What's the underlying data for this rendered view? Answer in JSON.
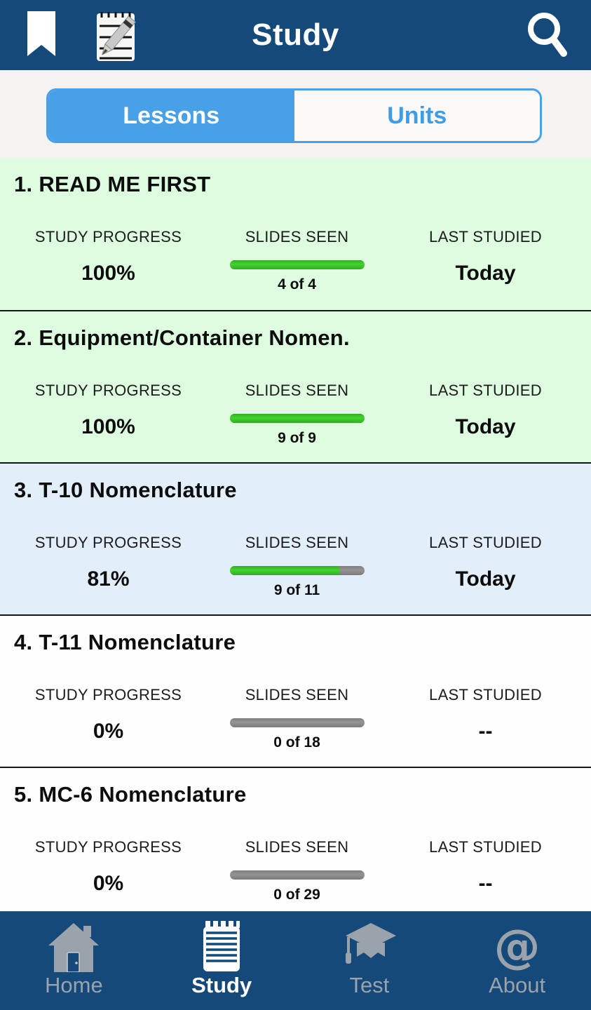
{
  "colors": {
    "navy": "#14497a",
    "accent_blue": "#47a0e8",
    "green_row": "#defcdf",
    "blue_row": "#e2eefa",
    "bar_green": "#3cc32b",
    "bar_gray": "#8a8a8a",
    "strip_bg": "#f4f3f1"
  },
  "header": {
    "title": "Study",
    "icons": [
      "bookmark-icon",
      "edit-notes-icon",
      "search-icon"
    ]
  },
  "tabs": {
    "lessons_label": "Lessons",
    "units_label": "Units",
    "selected": "Lessons"
  },
  "column_labels": {
    "progress": "STUDY PROGRESS",
    "slides": "SLIDES SEEN",
    "last": "LAST STUDIED"
  },
  "lessons": [
    {
      "title": "1. READ ME FIRST",
      "progress": "100%",
      "slides": "4 of 4",
      "slides_pct": 100,
      "last_studied": "Today"
    },
    {
      "title": "2. Equipment/Container Nomen.",
      "progress": "100%",
      "slides": "9 of 9",
      "slides_pct": 100,
      "last_studied": "Today"
    },
    {
      "title": "3. T-10 Nomenclature",
      "progress": "81%",
      "slides": "9 of 11",
      "slides_pct": 82,
      "last_studied": "Today"
    },
    {
      "title": "4. T-11 Nomenclature",
      "progress": "0%",
      "slides": "0 of 18",
      "slides_pct": 0,
      "last_studied": "--"
    },
    {
      "title": "5. MC-6 Nomenclature",
      "progress": "0%",
      "slides": "0 of 29",
      "slides_pct": 0,
      "last_studied": "--"
    }
  ],
  "bottom_nav": {
    "items": [
      {
        "label": "Home",
        "icon": "home-icon",
        "active": false
      },
      {
        "label": "Study",
        "icon": "study-icon",
        "active": true
      },
      {
        "label": "Test",
        "icon": "test-icon",
        "active": false
      },
      {
        "label": "About",
        "icon": "about-icon",
        "active": false,
        "glyph": "@"
      }
    ]
  }
}
